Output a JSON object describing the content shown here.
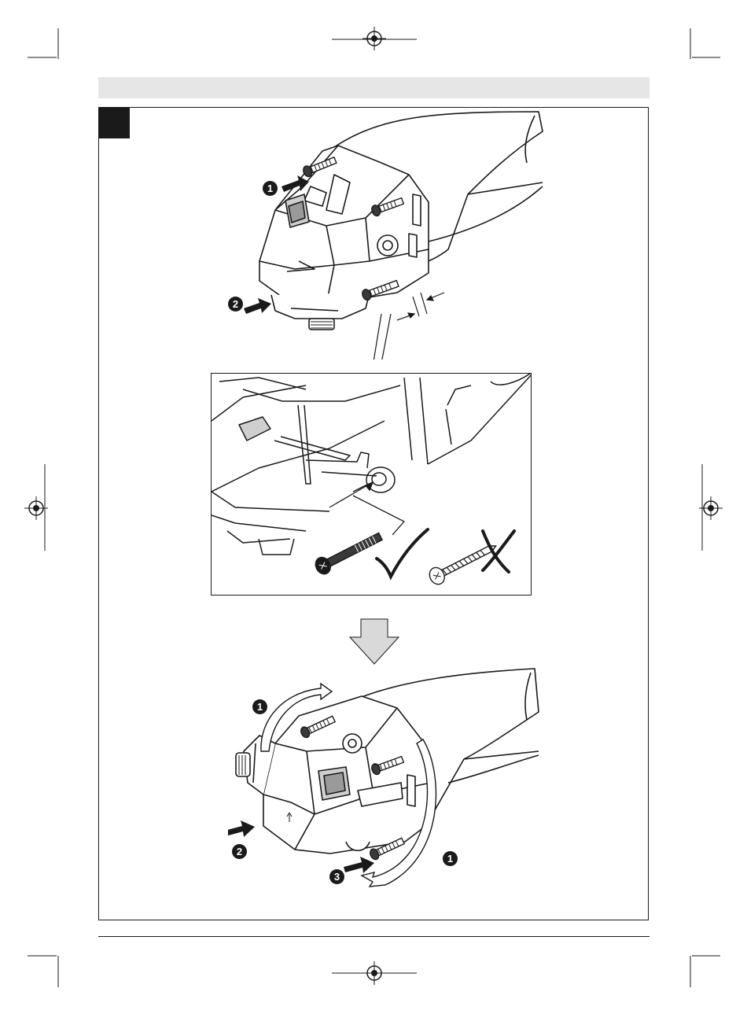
{
  "page": {
    "figure_label": "",
    "colors": {
      "ink": "#1a1a1a",
      "header_bar": "#e6e6e6",
      "arrow_fill": "#d9d9d9",
      "paper": "#ffffff"
    }
  },
  "top_illustration": {
    "step_1": "1",
    "step_2": "2"
  },
  "detail_inset": {
    "correct_screw_mark": "check-mark-icon",
    "wrong_screw_mark": "cross-mark-icon"
  },
  "bottom_illustration": {
    "step_1_top": "1",
    "step_1_right": "1",
    "step_2": "2",
    "step_3": "3"
  },
  "registration_marks": [
    "crosshair-icon",
    "crosshair-icon",
    "crosshair-icon",
    "crosshair-icon"
  ]
}
